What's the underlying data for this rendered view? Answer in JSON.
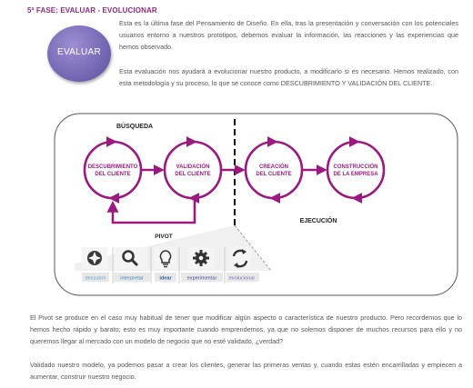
{
  "header": {
    "title": "5ª FASE: EVALUAR - EVOLUCIONAR"
  },
  "badge": {
    "label": "EVALUAR"
  },
  "intro": {
    "p1": "Esta es la última fase del Pensamiento de Diseño. En ella, tras la presentación y conversación con los potenciales usuarios entorno a nuestros prototipos, debemos evaluar la información, las reacciones y las experiencias que hemos observado.",
    "p2": "Esta evaluación nos ayudará a evolucionar nuestro producto, a modificarlo si es necesario. Hemos realizado, con esta metodología y su proceso, lo que se conoce como DESCUBRIMIENTO Y VALIDACIÓN DEL CLIENTE."
  },
  "diagram": {
    "search_label": "BÚSQUEDA",
    "execution_label": "EJECUCIÓN",
    "pivot_label": "PIVOT",
    "circles": [
      {
        "line1": "DESCUBRIMIENTO",
        "line2": "DEL CLIENTE"
      },
      {
        "line1": "VALIDACIÓN",
        "line2": "DEL CLIENTE"
      },
      {
        "line1": "CREACIÓN",
        "line2": "DEL CLIENTE"
      },
      {
        "line1": "CONSTRUCCIÓN",
        "line2": "DE LA EMPRESA"
      }
    ],
    "steps": [
      {
        "icon": "compass-icon",
        "label": "descubrir",
        "color": "#5aa8d6"
      },
      {
        "icon": "magnifier-icon",
        "label": "interpretar",
        "color": "#3a86c4"
      },
      {
        "icon": "lightbulb-icon",
        "label": "idear",
        "color": "#2d5fa5"
      },
      {
        "icon": "gear-icon",
        "label": "experimentar",
        "color": "#3c4e9a"
      },
      {
        "icon": "cycle-icon",
        "label": "evolucionar",
        "color": "#7a6fb5"
      }
    ],
    "accent": "#9b1a7f"
  },
  "body": {
    "p3": "El Pivot se produce en el caso muy habitual de tener que modificar algún aspecto o característica de nuestro producto. Pero recordemos que lo hemos hecho rápido y barato; esto es muy importante cuando emprendemos, ya que no solemos disponer de muchos recursos para ello y no queremos llegar al mercado con un modelo de negocio que no esté validado, ¿verdad?",
    "p4": "Validado nuestro modelo, ya podemos pasar a crear los clientes, generar las primeras ventas y, cuando estas estén encarrilladas y empiecen a aumentar, construir nuestro negocio."
  }
}
